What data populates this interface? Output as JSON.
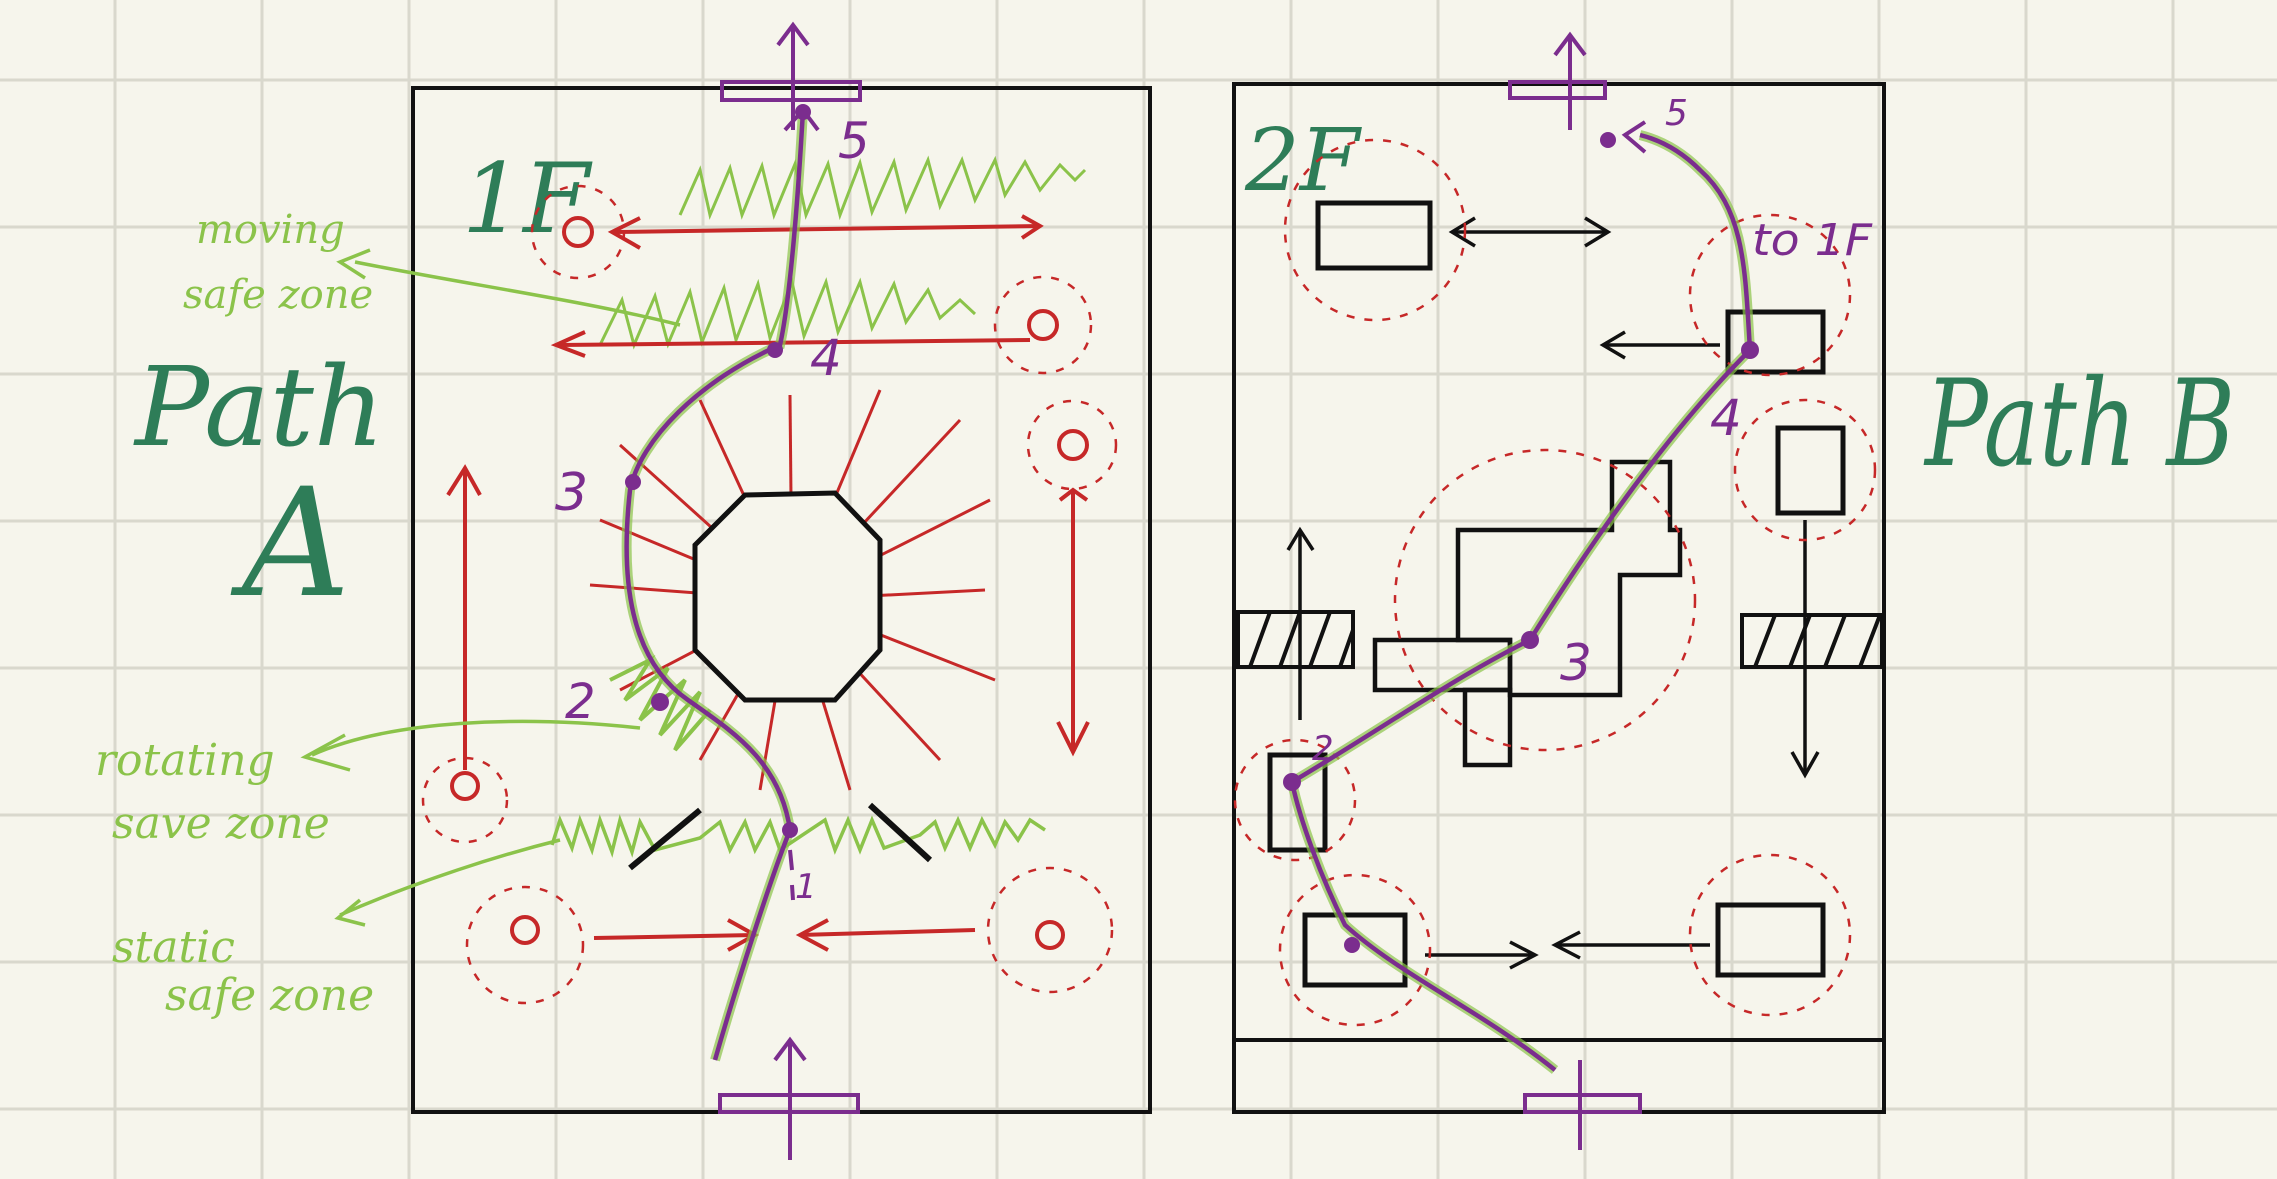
{
  "left_map": {
    "floor_label": "1F",
    "markers": [
      "1",
      "2",
      "3",
      "4",
      "5"
    ]
  },
  "right_map": {
    "floor_label": "2F",
    "markers": [
      "2",
      "3",
      "4",
      "5"
    ],
    "exit_label": "to 1F"
  },
  "path_titles": {
    "a_line1": "Path",
    "a_line2": "A",
    "b": "Path B"
  },
  "legend": {
    "moving_line1": "moving",
    "moving_line2": "safe zone",
    "rotating_line1": "rotating",
    "rotating_line2": "save zone",
    "static_line1": "static",
    "static_line2": "safe zone"
  },
  "colors": {
    "background": "#f6f5ec",
    "grid": "#d9d8cd",
    "safe_zone_green": "#8bc34a",
    "title_green": "#2e7d58",
    "hazard_red": "#c62828",
    "path_purple": "#7b2d8e",
    "ink_black": "#111111"
  }
}
